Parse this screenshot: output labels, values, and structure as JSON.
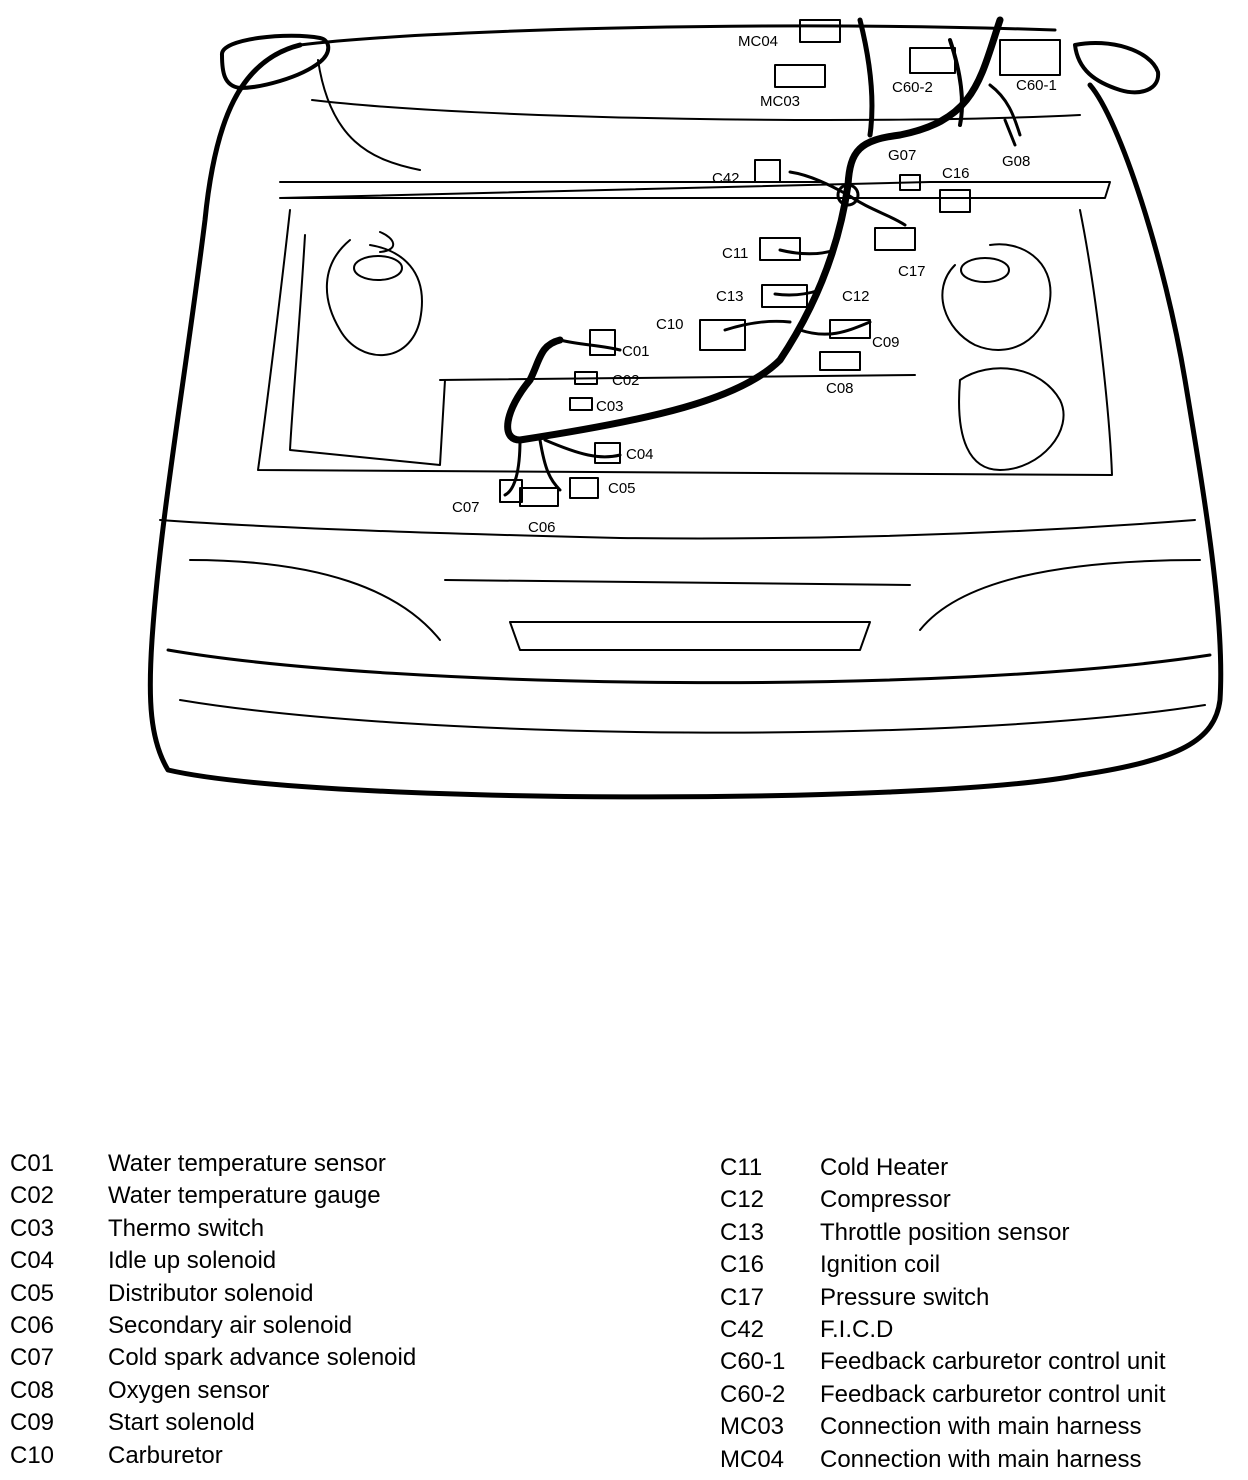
{
  "diagram": {
    "connector_labels": [
      {
        "id": "MC04",
        "text": "MC04"
      },
      {
        "id": "MC03",
        "text": "MC03"
      },
      {
        "id": "C60-2",
        "text": "C60-2"
      },
      {
        "id": "C60-1",
        "text": "C60-1"
      },
      {
        "id": "G07",
        "text": "G07"
      },
      {
        "id": "G08",
        "text": "G08"
      },
      {
        "id": "C42",
        "text": "C42"
      },
      {
        "id": "C16",
        "text": "C16"
      },
      {
        "id": "C11",
        "text": "C11"
      },
      {
        "id": "C17",
        "text": "C17"
      },
      {
        "id": "C13",
        "text": "C13"
      },
      {
        "id": "C12",
        "text": "C12"
      },
      {
        "id": "C10",
        "text": "C10"
      },
      {
        "id": "C09",
        "text": "C09"
      },
      {
        "id": "C01",
        "text": "C01"
      },
      {
        "id": "C02",
        "text": "C02"
      },
      {
        "id": "C08",
        "text": "C08"
      },
      {
        "id": "C03",
        "text": "C03"
      },
      {
        "id": "C04",
        "text": "C04"
      },
      {
        "id": "C05",
        "text": "C05"
      },
      {
        "id": "C07",
        "text": "C07"
      },
      {
        "id": "C06",
        "text": "C06"
      }
    ]
  },
  "legend": {
    "left": [
      {
        "code": "C01",
        "desc": "Water temperature sensor"
      },
      {
        "code": "C02",
        "desc": "Water temperature gauge"
      },
      {
        "code": "C03",
        "desc": "Thermo switch"
      },
      {
        "code": "C04",
        "desc": "Idle up solenoid"
      },
      {
        "code": "C05",
        "desc": "Distributor solenoid"
      },
      {
        "code": "C06",
        "desc": "Secondary air solenoid"
      },
      {
        "code": "C07",
        "desc": "Cold spark advance solenoid"
      },
      {
        "code": "C08",
        "desc": "Oxygen sensor"
      },
      {
        "code": "C09",
        "desc": "Start solenold"
      },
      {
        "code": "C10",
        "desc": "Carburetor"
      }
    ],
    "right": [
      {
        "code": "C11",
        "desc": "Cold Heater"
      },
      {
        "code": "C12",
        "desc": "Compressor"
      },
      {
        "code": "C13",
        "desc": "Throttle position sensor"
      },
      {
        "code": "C16",
        "desc": "Ignition coil"
      },
      {
        "code": "C17",
        "desc": "Pressure switch"
      },
      {
        "code": "C42",
        "desc": "F.I.C.D"
      },
      {
        "code": "C60-1",
        "desc": "Feedback carburetor control unit"
      },
      {
        "code": "C60-2",
        "desc": "Feedback carburetor control unit"
      },
      {
        "code": "MC03",
        "desc": "Connection with main harness"
      },
      {
        "code": "MC04",
        "desc": "Connection with main harness"
      }
    ]
  }
}
